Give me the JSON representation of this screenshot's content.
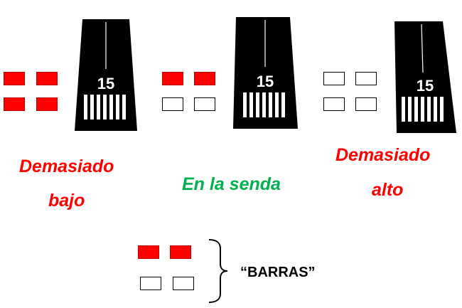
{
  "runway_number": "15",
  "colors": {
    "red": "#ff0000",
    "green": "#00b050",
    "runway": "#000000"
  },
  "panels": [
    {
      "label_lines": [
        "Demasiado",
        "bajo"
      ],
      "label_color": "red",
      "lights": [
        "red",
        "red",
        "red",
        "red"
      ]
    },
    {
      "label_lines": [
        "En  la senda"
      ],
      "label_color": "green",
      "lights": [
        "red",
        "red",
        "white",
        "white"
      ]
    },
    {
      "label_lines": [
        "Demasiado",
        "alto"
      ],
      "label_color": "red",
      "lights": [
        "white",
        "white",
        "white",
        "white"
      ]
    }
  ],
  "legend": {
    "text": "“BARRAS”",
    "lights": [
      "red",
      "red",
      "white",
      "white"
    ]
  }
}
